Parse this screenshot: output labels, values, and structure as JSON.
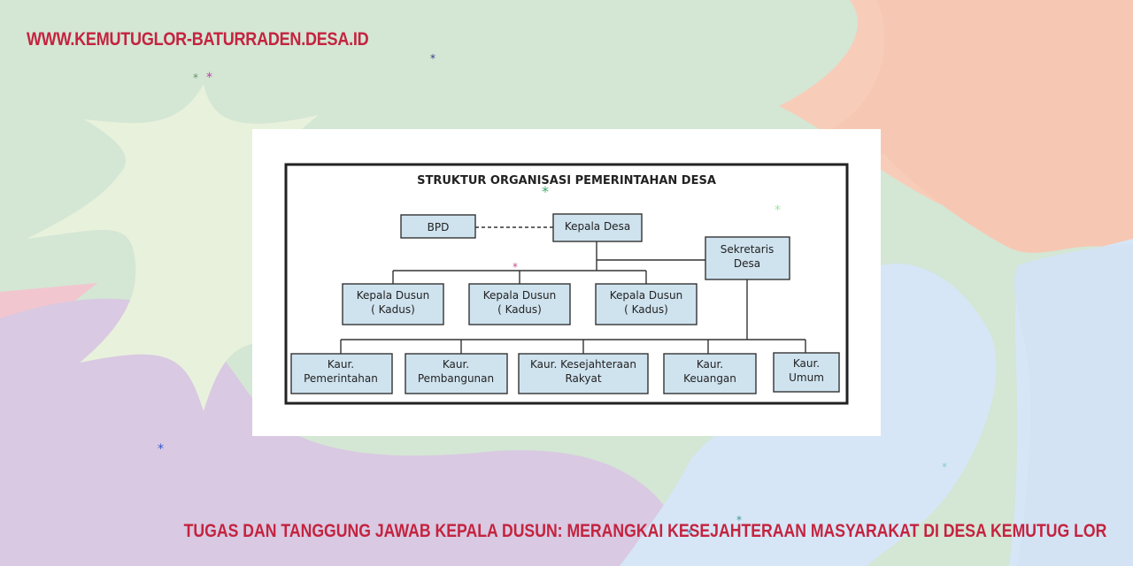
{
  "site": {
    "url": "WWW.KEMUTUGLOR-BATURRADEN.DESA.ID"
  },
  "article": {
    "title": "TUGAS DAN TANGGUNG JAWAB KEPALA DUSUN: MERANGKAI KESEJAHTERAAN MASYARAKAT DI DESA KEMUTUG LOR"
  },
  "diagram": {
    "title": "STRUKTUR ORGANISASI PEMERINTAHAN DESA",
    "nodes": {
      "bpd": [
        "BPD"
      ],
      "kepala_desa": [
        "Kepala Desa"
      ],
      "sekretaris": [
        "Sekretaris",
        "Desa"
      ],
      "kadus_1": [
        "Kepala Dusun",
        "( Kadus)"
      ],
      "kadus_2": [
        "Kepala Dusun",
        "( Kadus)"
      ],
      "kadus_3": [
        "Kepala Dusun",
        "( Kadus)"
      ],
      "kaur_pemerintahan": [
        "Kaur.",
        "Pemerintahan"
      ],
      "kaur_pembangunan": [
        "Kaur.",
        "Pembangunan"
      ],
      "kaur_kesejahteraan": [
        "Kaur. Kesejahteraan",
        "Rakyat"
      ],
      "kaur_keuangan": [
        "Kaur.",
        "Keuangan"
      ],
      "kaur_umum": [
        "Kaur.",
        "Umum"
      ]
    }
  },
  "colors": {
    "accent_text": "#c4233f",
    "box_fill": "#cfe3ef",
    "bg_green": "#d4e6d4",
    "bg_peach": "#f7cdb9",
    "bg_purple": "#d9c9e2",
    "bg_blue": "#d6e6f6",
    "bg_star": "#e8f1dc"
  }
}
